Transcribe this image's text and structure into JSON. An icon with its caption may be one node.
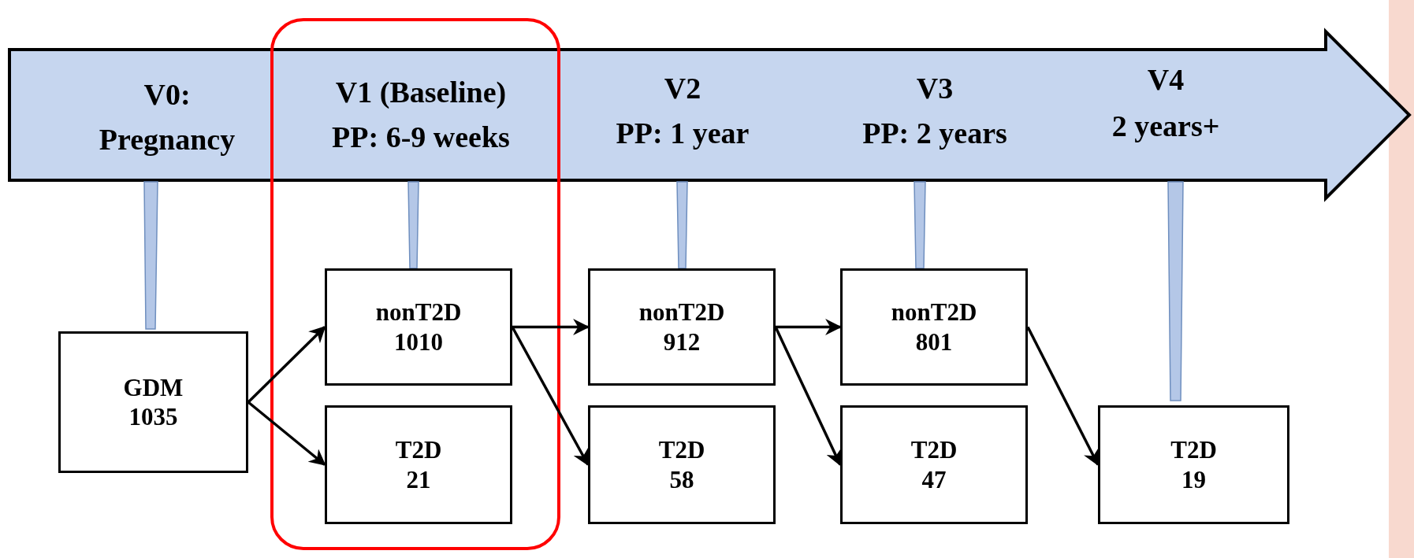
{
  "diagram": {
    "nodes": [
      {
        "text": [
          "GDM",
          "1035"
        ]
      },
      {
        "text": [
          "nonT2D",
          "1010"
        ]
      },
      {
        "text": [
          "T2D",
          "21"
        ]
      },
      {
        "text": [
          "nonT2D",
          "912"
        ]
      },
      {
        "text": [
          "T2D",
          "58"
        ]
      },
      {
        "text": [
          "nonT2D",
          "801"
        ]
      },
      {
        "text": [
          "T2D",
          "47"
        ]
      },
      {
        "text": [
          "T2D",
          "19"
        ]
      }
    ],
    "edges": [
      {
        "from": 0,
        "to": 1,
        "arrow": "to"
      },
      {
        "from": 0,
        "to": 2,
        "arrow": "to"
      },
      {
        "from": 1,
        "to": 3,
        "arrow": "to"
      },
      {
        "from": 1,
        "to": 4,
        "arrow": "to"
      },
      {
        "from": 3,
        "to": 5,
        "arrow": "to"
      },
      {
        "from": 3,
        "to": 6,
        "arrow": "to"
      },
      {
        "from": 5,
        "to": 7,
        "arrow": "to"
      }
    ],
    "labels": [
      "V0:",
      "Pregnancy",
      "V1 (Baseline)",
      "PP: 6-9 weeks",
      "V2",
      "PP: 1 year",
      "V3",
      "PP: 2 years",
      "V4",
      "2 years+"
    ]
  }
}
